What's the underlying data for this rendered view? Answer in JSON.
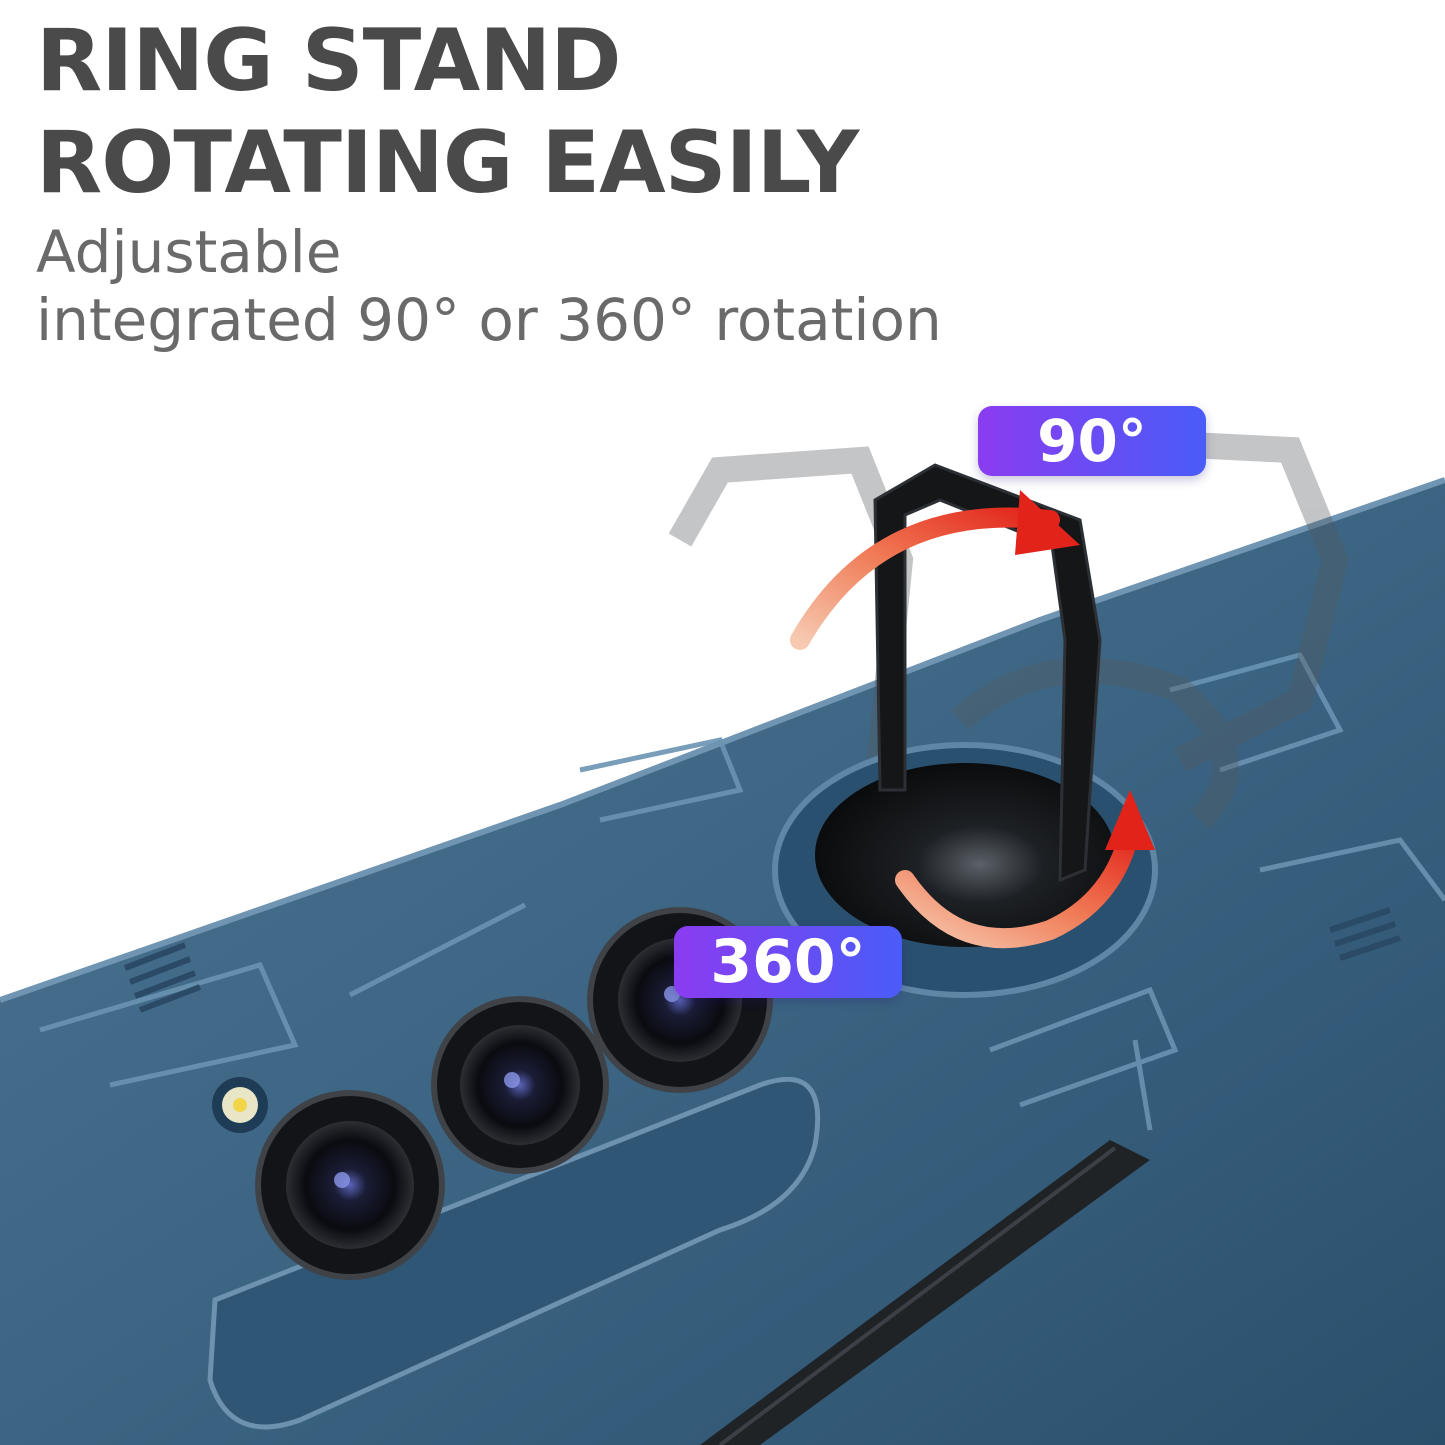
{
  "headline": {
    "line1": "RING STAND",
    "line2": "ROTATING EASILY"
  },
  "subheadline": {
    "line1": "Adjustable",
    "line2": "integrated 90° or 360° rotation"
  },
  "badges": {
    "ninety": "90°",
    "three_sixty": "360°"
  },
  "colors": {
    "case": "#3c6583",
    "case_dark": "#234863",
    "badge_start": "#8a3cf0",
    "badge_end": "#4a5cf8",
    "arrow": "#e8321e"
  }
}
